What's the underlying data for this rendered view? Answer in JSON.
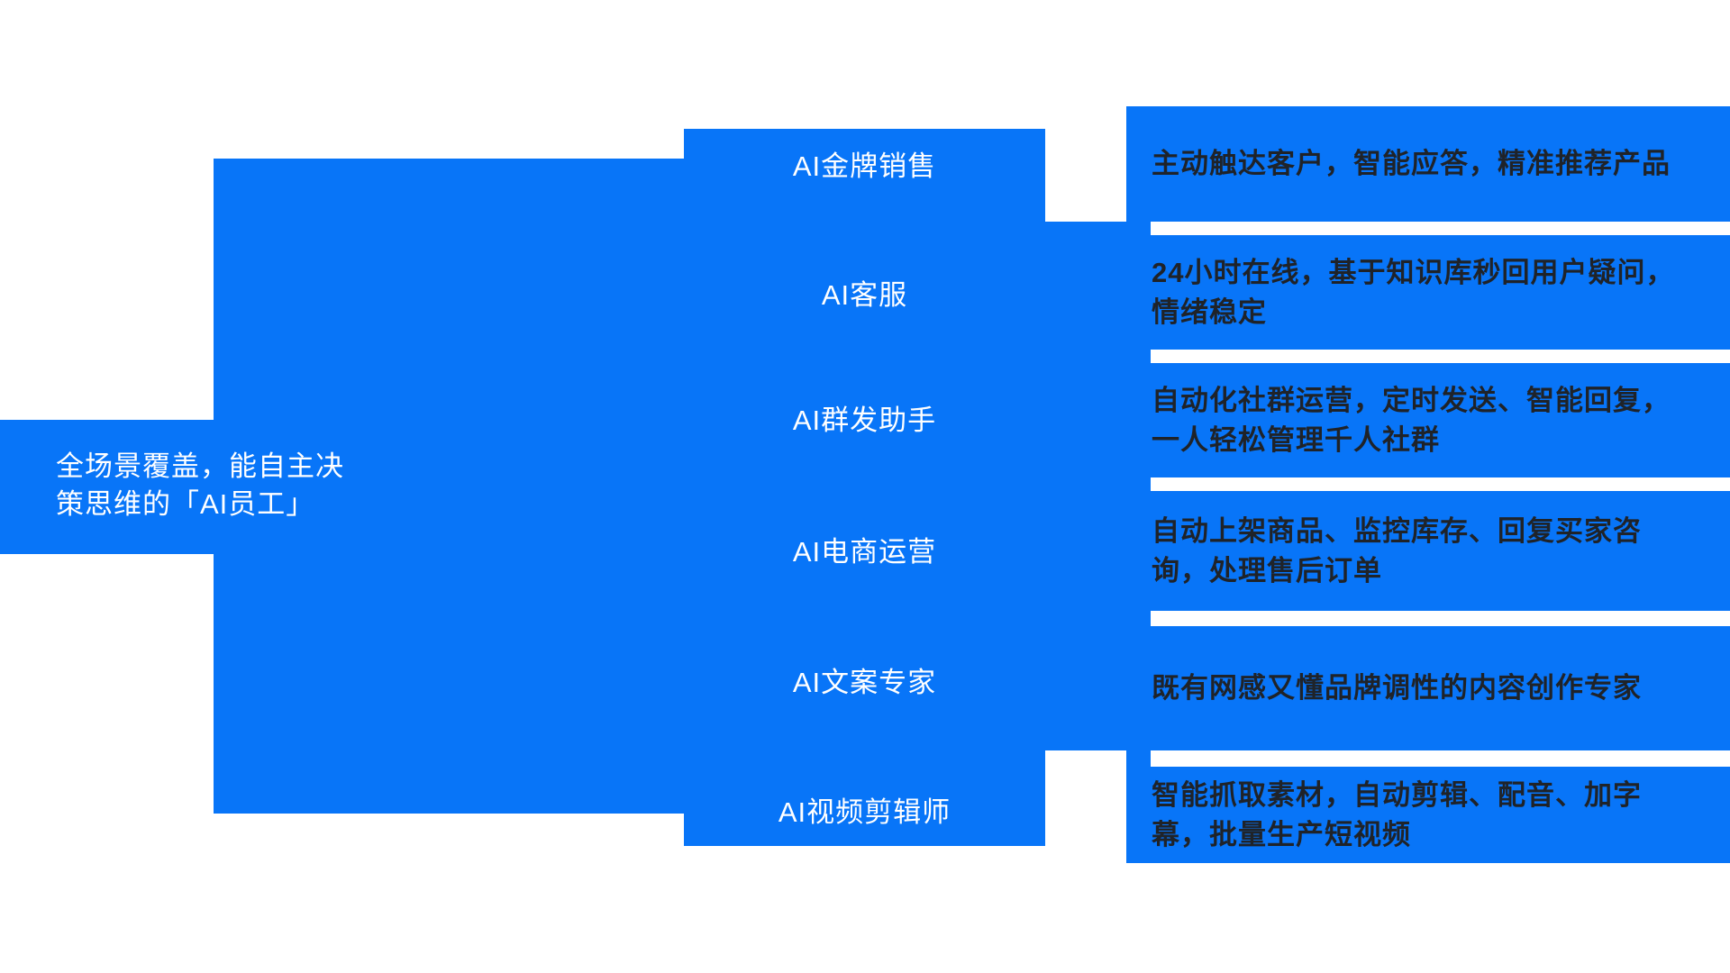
{
  "colors": {
    "primary_blue": "#0875F8",
    "description_text": "#1F2329",
    "light_text": "#FFFFFF",
    "background": "#FFFFFF"
  },
  "intro": {
    "text": "全场景覆盖，能自主决\n策思维的「AI员工」"
  },
  "rows": [
    {
      "label": "AI金牌销售",
      "description": "主动触达客户，智能应答，精准推荐产品"
    },
    {
      "label": "AI客服",
      "description": "24小时在线，基于知识库秒回用户疑问，\n情绪稳定"
    },
    {
      "label": "AI群发助手",
      "description": "自动化社群运营，定时发送、智能回复，\n一人轻松管理千人社群"
    },
    {
      "label": "AI电商运营",
      "description": "自动上架商品、监控库存、回复买家咨\n询，处理售后订单"
    },
    {
      "label": "AI文案专家",
      "description": "既有网感又懂品牌调性的内容创作专家"
    },
    {
      "label": "AI视频剪辑师",
      "description": "智能抓取素材，自动剪辑、配音、加字\n幕，批量生产短视频"
    }
  ]
}
